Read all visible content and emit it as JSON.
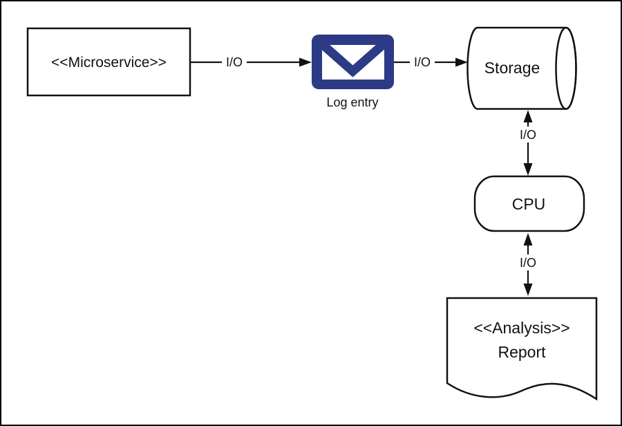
{
  "diagram": {
    "background": "#ffffff",
    "stroke_color": "#111111",
    "accent_color": "#2d3a86",
    "nodes": {
      "microservice": {
        "label": "<<Microservice>>",
        "shape": "rectangle"
      },
      "log_entry": {
        "label": "Log entry",
        "icon": "envelope-icon"
      },
      "storage": {
        "label": "Storage",
        "shape": "cylinder"
      },
      "cpu": {
        "label": "CPU",
        "shape": "stadium"
      },
      "report": {
        "line1": "<<Analysis>>",
        "line2": "Report",
        "shape": "document"
      }
    },
    "edges": [
      {
        "from": "microservice",
        "to": "log_entry",
        "label": "I/O",
        "bidirectional": false
      },
      {
        "from": "log_entry",
        "to": "storage",
        "label": "I/O",
        "bidirectional": false
      },
      {
        "from": "storage",
        "to": "cpu",
        "label": "I/O",
        "bidirectional": true
      },
      {
        "from": "cpu",
        "to": "report",
        "label": "I/O",
        "bidirectional": true
      }
    ]
  }
}
